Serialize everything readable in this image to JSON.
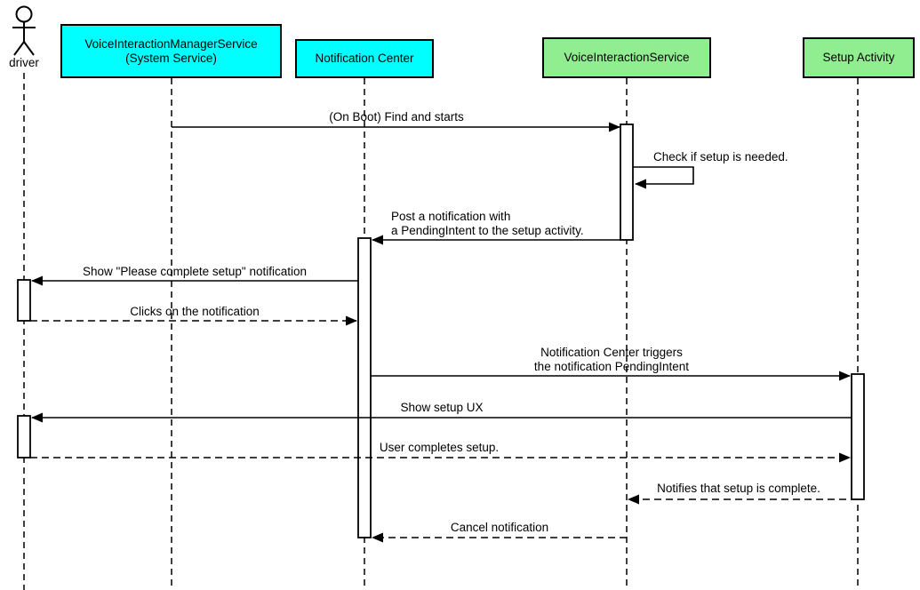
{
  "diagram": {
    "type": "uml-sequence",
    "actor": {
      "label": "driver"
    },
    "participants": [
      {
        "label": "VoiceInteractionManagerService\n(System Service)",
        "color": "#00ffff"
      },
      {
        "label": "Notification Center",
        "color": "#00ffff"
      },
      {
        "label": "VoiceInteractionService",
        "color": "#90ee90"
      },
      {
        "label": "Setup Activity",
        "color": "#90ee90"
      }
    ],
    "messages": [
      {
        "label": "(On Boot) Find and starts",
        "from": "VoiceInteractionManagerService (System Service)",
        "to": "VoiceInteractionService",
        "line": "solid"
      },
      {
        "label": "Check if setup is needed.",
        "from": "VoiceInteractionService",
        "to": "VoiceInteractionService",
        "line": "solid-self"
      },
      {
        "label": "Post a notification with\na PendingIntent to the setup activity.",
        "from": "VoiceInteractionService",
        "to": "Notification Center",
        "line": "solid"
      },
      {
        "label": "Show \"Please complete setup\" notification",
        "from": "Notification Center",
        "to": "driver",
        "line": "solid"
      },
      {
        "label": "Clicks on the notification",
        "from": "driver",
        "to": "Notification Center",
        "line": "dashed"
      },
      {
        "label": "Notification Center triggers\nthe notification PendingIntent",
        "from": "Notification Center",
        "to": "Setup Activity",
        "line": "solid"
      },
      {
        "label": "Show setup UX",
        "from": "Setup Activity",
        "to": "driver",
        "line": "solid"
      },
      {
        "label": "User completes setup.",
        "from": "driver",
        "to": "Setup Activity",
        "line": "dashed"
      },
      {
        "label": "Notifies that setup is complete.",
        "from": "Setup Activity",
        "to": "VoiceInteractionService",
        "line": "dashed"
      },
      {
        "label": "Cancel notification",
        "from": "VoiceInteractionService",
        "to": "Notification Center",
        "line": "dashed"
      }
    ],
    "colors": {
      "participant_cyan": "#00ffff",
      "participant_green": "#90ee90",
      "line": "#000000",
      "background": "#ffffff"
    }
  }
}
